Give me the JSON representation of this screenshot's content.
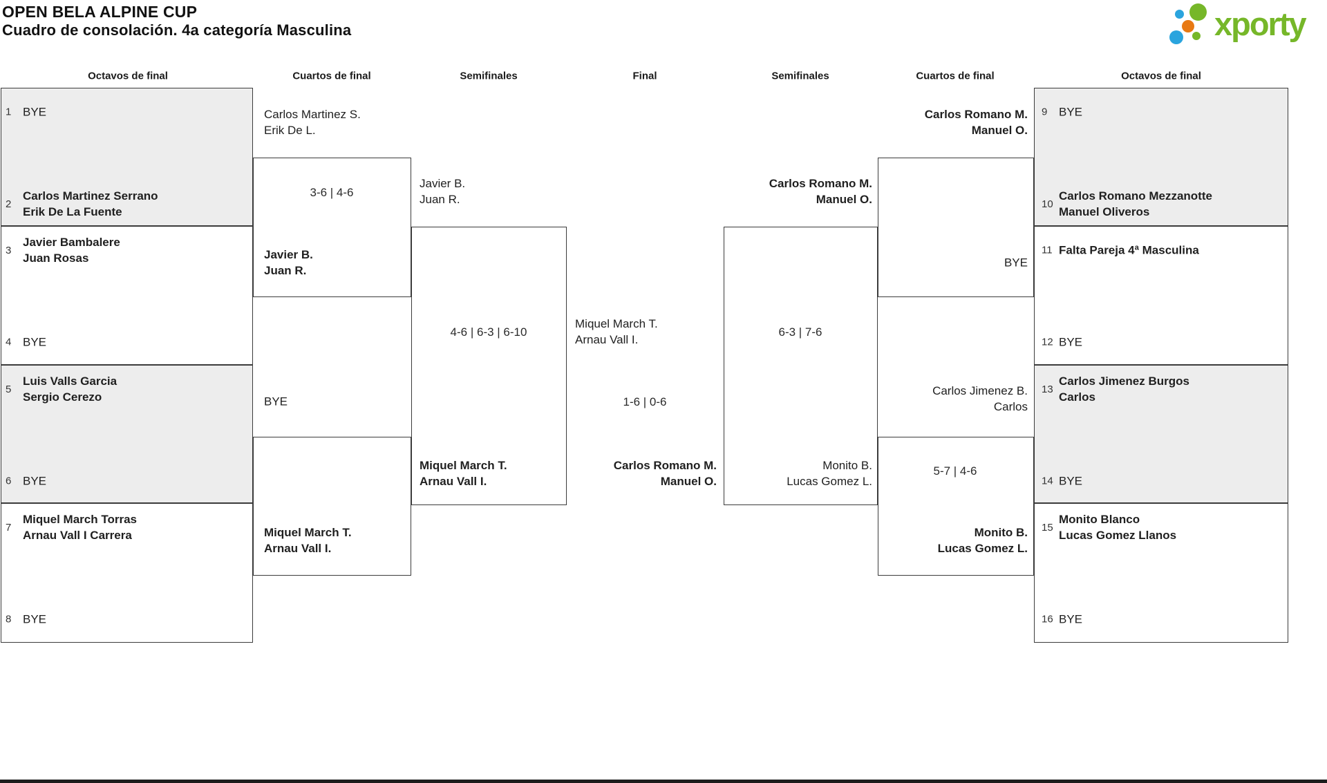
{
  "header": {
    "title": "OPEN BELA ALPINE CUP",
    "subtitle": "Cuadro de consolación. 4a categoría Masculina"
  },
  "logo": {
    "brand": "xporty",
    "green": "#76b729",
    "blue": "#2aa4de",
    "orange": "#e87913"
  },
  "colors": {
    "shaded_box": "#ededed",
    "border": "#3a3a3a",
    "text": "#1f1f1f"
  },
  "round_labels": [
    "Octavos de final",
    "Cuartos de final",
    "Semifinales",
    "Final",
    "Semifinales",
    "Cuartos de final",
    "Octavos de final"
  ],
  "octavos_left_slots": [
    {
      "num": "1",
      "lines": [
        "BYE"
      ],
      "is_player": false
    },
    {
      "num": "2",
      "lines": [
        "Carlos Martinez Serrano",
        "Erik De La Fuente"
      ],
      "is_player": true
    },
    {
      "num": "3",
      "lines": [
        "Javier Bambalere",
        "Juan Rosas"
      ],
      "is_player": true
    },
    {
      "num": "4",
      "lines": [
        "BYE"
      ],
      "is_player": false
    },
    {
      "num": "5",
      "lines": [
        "Luis Valls Garcia",
        "Sergio Cerezo"
      ],
      "is_player": true
    },
    {
      "num": "6",
      "lines": [
        "BYE"
      ],
      "is_player": false
    },
    {
      "num": "7",
      "lines": [
        "Miquel March Torras",
        "Arnau Vall I Carrera"
      ],
      "is_player": true
    },
    {
      "num": "8",
      "lines": [
        "BYE"
      ],
      "is_player": false
    }
  ],
  "octavos_right_slots": [
    {
      "num": "9",
      "lines": [
        "BYE"
      ],
      "is_player": false
    },
    {
      "num": "10",
      "lines": [
        "Carlos Romano Mezzanotte",
        "Manuel Oliveros"
      ],
      "is_player": true
    },
    {
      "num": "11",
      "lines": [
        "Falta Pareja 4ª Masculina"
      ],
      "is_player": true
    },
    {
      "num": "12",
      "lines": [
        "BYE"
      ],
      "is_player": false
    },
    {
      "num": "13",
      "lines": [
        "Carlos Jimenez Burgos",
        "Carlos"
      ],
      "is_player": true
    },
    {
      "num": "14",
      "lines": [
        "BYE"
      ],
      "is_player": false
    },
    {
      "num": "15",
      "lines": [
        "Monito Blanco",
        "Lucas Gomez Llanos"
      ],
      "is_player": true
    },
    {
      "num": "16",
      "lines": [
        "BYE"
      ],
      "is_player": false
    }
  ],
  "round_texts": [
    {
      "id": "qf-left-1-top",
      "kind": "slot",
      "lines": [
        "Carlos Martinez S.",
        "Erik De L."
      ],
      "emphasis": false
    },
    {
      "id": "qf-left-1-score",
      "kind": "score",
      "lines": [
        "3-6 | 4-6"
      ]
    },
    {
      "id": "qf-left-1-winner",
      "kind": "slot",
      "lines": [
        "Javier B.",
        "Juan R."
      ],
      "emphasis": true
    },
    {
      "id": "qf-left-2-top",
      "kind": "slot",
      "lines": [
        "BYE"
      ],
      "emphasis": false
    },
    {
      "id": "qf-left-2-winner",
      "kind": "slot",
      "lines": [
        "Miquel March T.",
        "Arnau Vall I."
      ],
      "emphasis": true
    },
    {
      "id": "sf-left-top",
      "kind": "slot",
      "lines": [
        "Javier B.",
        "Juan R."
      ],
      "emphasis": false
    },
    {
      "id": "sf-left-score",
      "kind": "score",
      "lines": [
        "4-6 | 6-3 | 6-10"
      ]
    },
    {
      "id": "sf-left-winner",
      "kind": "slot",
      "lines": [
        "Miquel March T.",
        "Arnau Vall I."
      ],
      "emphasis": true
    },
    {
      "id": "final-top",
      "kind": "slot",
      "lines": [
        "Miquel March T.",
        "Arnau Vall I."
      ],
      "emphasis": false
    },
    {
      "id": "final-score",
      "kind": "score",
      "lines": [
        "1-6 | 0-6"
      ]
    },
    {
      "id": "final-winner",
      "kind": "slot",
      "lines": [
        "Carlos Romano M.",
        "Manuel O."
      ],
      "emphasis": true
    },
    {
      "id": "sf-right-winner",
      "kind": "slot",
      "lines": [
        "Carlos Romano M.",
        "Manuel O."
      ],
      "emphasis": true
    },
    {
      "id": "sf-right-score",
      "kind": "score",
      "lines": [
        "6-3 | 7-6"
      ]
    },
    {
      "id": "sf-right-bottom",
      "kind": "slot",
      "lines": [
        "Monito B.",
        "Lucas Gomez L."
      ],
      "emphasis": false
    },
    {
      "id": "qf-right-1-winner",
      "kind": "slot",
      "lines": [
        "Carlos Romano M.",
        "Manuel O."
      ],
      "emphasis": true
    },
    {
      "id": "qf-right-1-bottom",
      "kind": "slot",
      "lines": [
        "BYE"
      ],
      "emphasis": false
    },
    {
      "id": "qf-right-2-top",
      "kind": "slot",
      "lines": [
        "Carlos Jimenez B.",
        "Carlos"
      ],
      "emphasis": false
    },
    {
      "id": "qf-right-2-score",
      "kind": "score",
      "lines": [
        "5-7 | 4-6"
      ]
    },
    {
      "id": "qf-right-2-winner",
      "kind": "slot",
      "lines": [
        "Monito B.",
        "Lucas Gomez L."
      ],
      "emphasis": true
    }
  ]
}
